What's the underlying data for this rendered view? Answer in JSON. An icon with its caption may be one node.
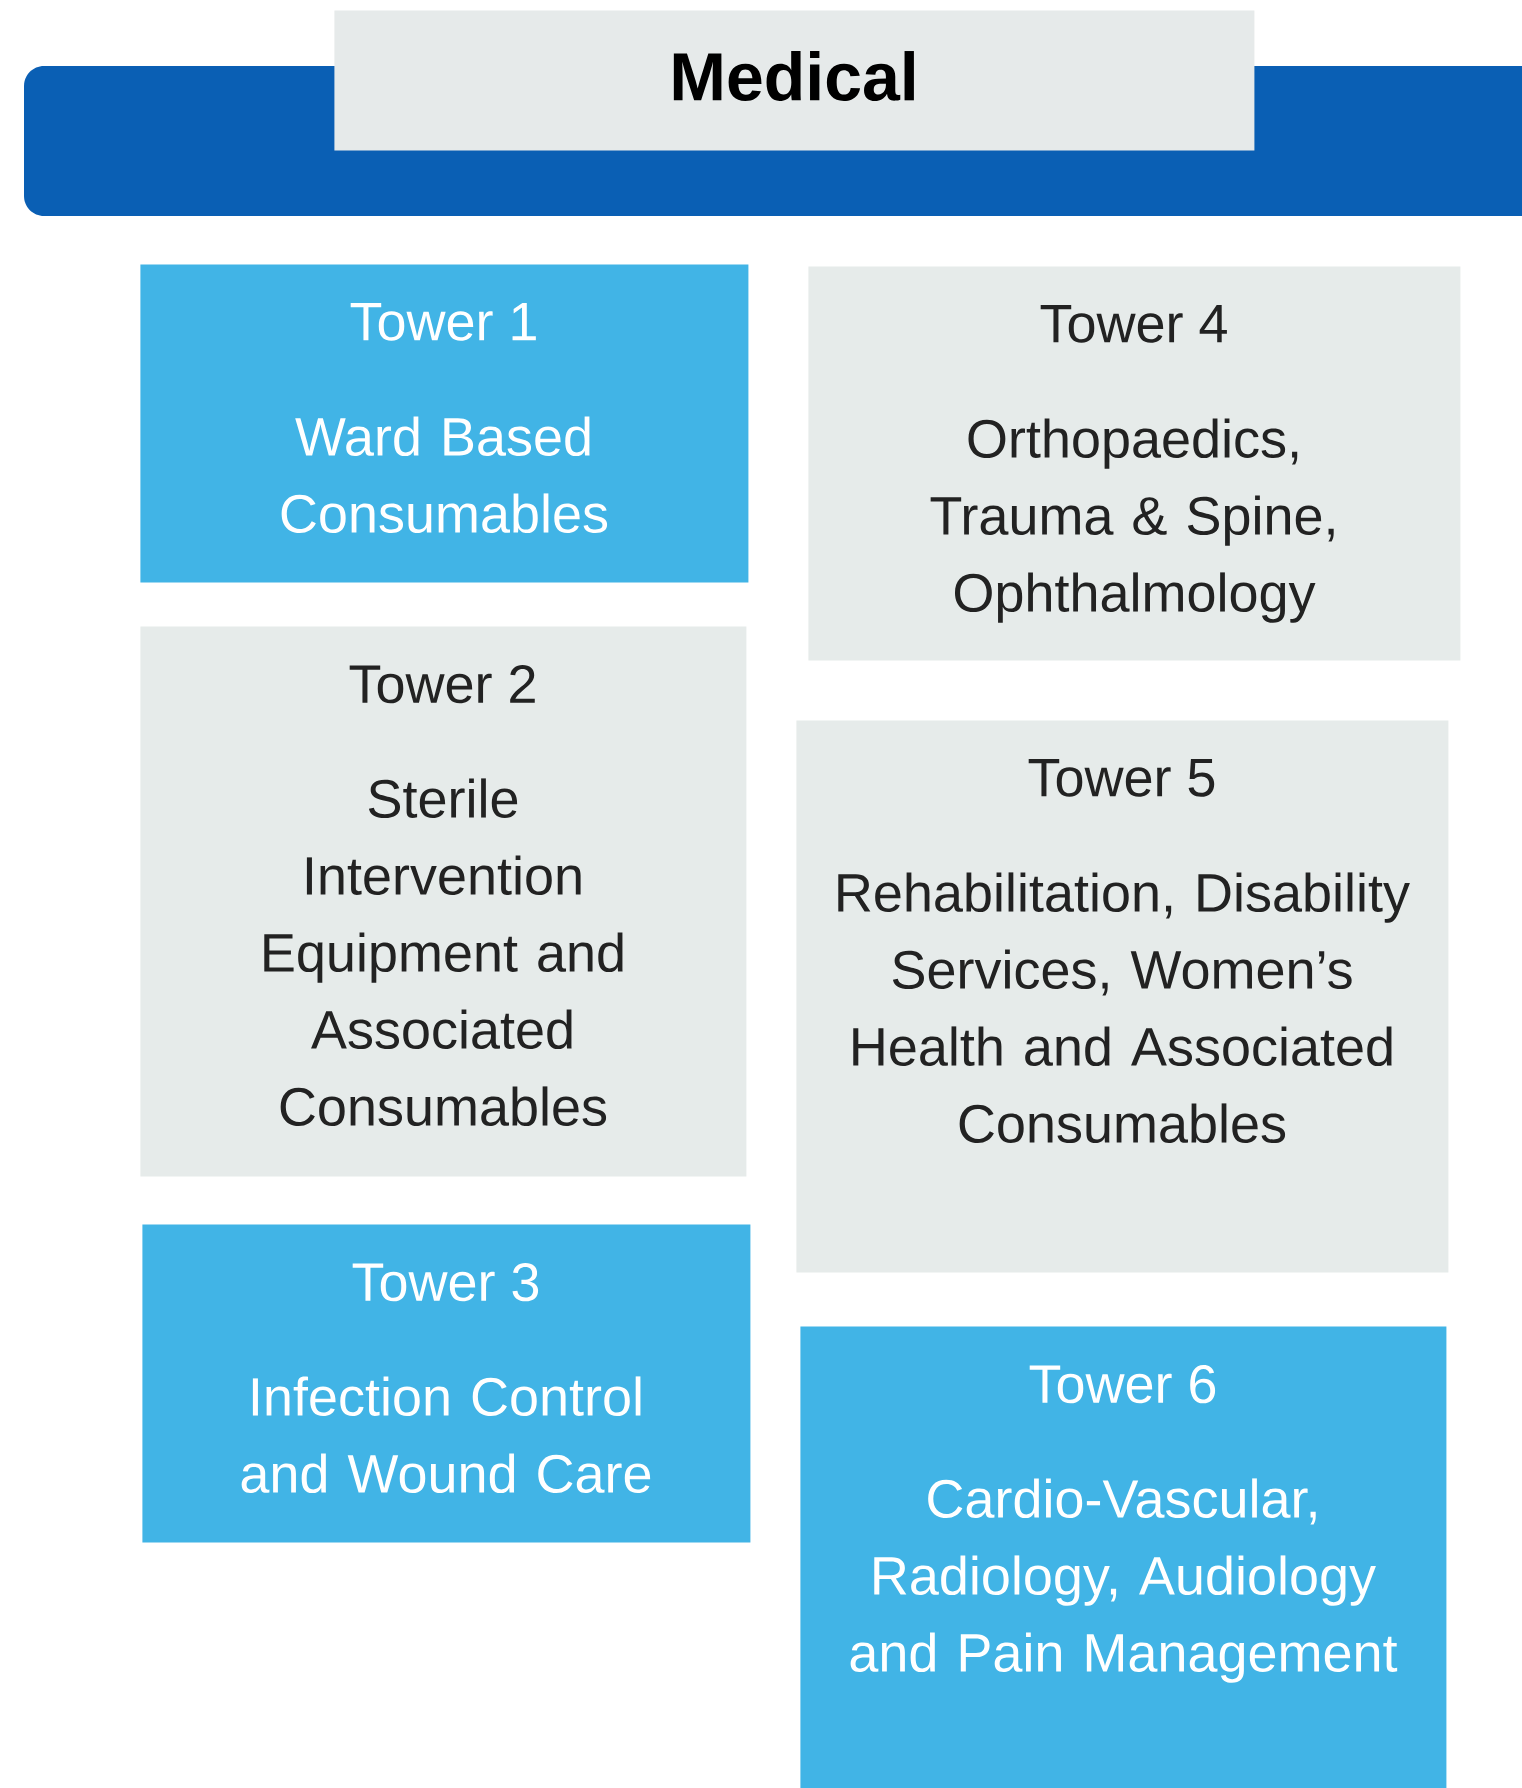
{
  "diagram": {
    "nodes": [
      {
        "text": [
          "Medical"
        ]
      },
      {
        "text": [
          "Tower 1",
          "Ward Based Consumables"
        ]
      },
      {
        "text": [
          "Tower 2",
          "Sterile Intervention Equipment and Associated Consumables"
        ]
      },
      {
        "text": [
          "Tower 3",
          "Infection Control and Wound Care"
        ]
      },
      {
        "text": [
          "Tower 4",
          "Orthopaedics, Trauma & Spine, Ophthalmology"
        ]
      },
      {
        "text": [
          "Tower 5",
          "Rehabilitation, Disability Services, Women’s Health and Associated Consumables"
        ]
      },
      {
        "text": [
          "Tower 6",
          "Cardio-Vascular, Radiology, Audiology and Pain Management"
        ]
      }
    ]
  }
}
